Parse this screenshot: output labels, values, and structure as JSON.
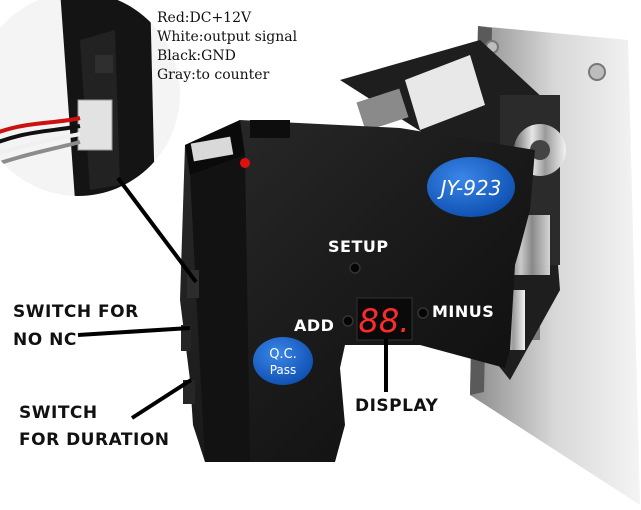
{
  "legend": {
    "red": "Red:DC+12V",
    "white": "White:output signal",
    "black": "Black:GND",
    "gray": "Gray:to counter"
  },
  "labels": {
    "setup": "SETUP",
    "add": "ADD",
    "minus": "MINUS",
    "display": "DISPLAY",
    "switch_no_nc_line1": "SWITCH FOR",
    "switch_no_nc_line2": "NO NC",
    "switch_duration_line1": "SWITCH",
    "switch_duration_line2": "FOR DURATION"
  },
  "device": {
    "brand_badge": "JY-923",
    "qc_line1": "Q.C.",
    "qc_line2": "Pass",
    "display_digits": "88."
  },
  "colors": {
    "badge_blue": "#1660c8",
    "body_black": "#151515",
    "led_red": "#e01010",
    "display_red": "#ff2a2a"
  }
}
